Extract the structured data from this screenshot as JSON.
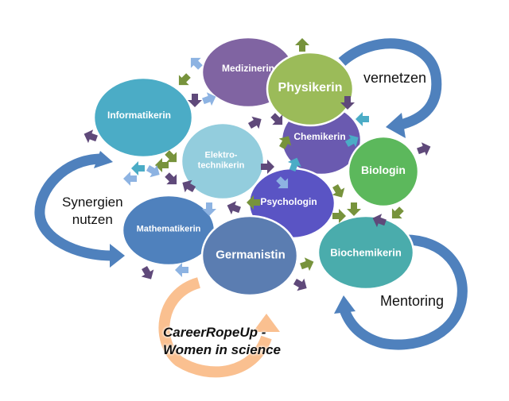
{
  "diagram": {
    "nodes": [
      {
        "id": "medizinerin",
        "label": "Medizinerin",
        "color": "#8064a2"
      },
      {
        "id": "physikerin",
        "label": "Physikerin",
        "color": "#9bbb59"
      },
      {
        "id": "informatikerin",
        "label": "Informatikerin",
        "color": "#4bacc6"
      },
      {
        "id": "chemikerin",
        "label": "Chemikerin",
        "color": "#6a5ab0"
      },
      {
        "id": "elektrotechnikerin",
        "label": "Elektro-\ntechnikerin",
        "color": "#93cddd"
      },
      {
        "id": "biologin",
        "label": "Biologin",
        "color": "#5cb85c"
      },
      {
        "id": "psychologin",
        "label": "Psychologin",
        "color": "#5a54c4"
      },
      {
        "id": "mathematikerin",
        "label": "Mathematikerin",
        "color": "#4f81bd"
      },
      {
        "id": "germanistin",
        "label": "Germanistin",
        "color": "#5b7db1"
      },
      {
        "id": "biochemikerin",
        "label": "Biochemikerin",
        "color": "#4aacac"
      }
    ],
    "cycles": {
      "vernetzen": "vernetzen",
      "synergien": "Synergien\nnutzen",
      "mentoring": "Mentoring",
      "brand": "CareerRopeUp -\nWomen in science"
    },
    "colors": {
      "blue_arrow": "#4f81bd",
      "orange_arrow": "#fac090",
      "green_small": "#77933c",
      "purple_small": "#5f497a",
      "teal_small": "#4bacc6",
      "lightblue_small": "#8db3e2"
    }
  }
}
